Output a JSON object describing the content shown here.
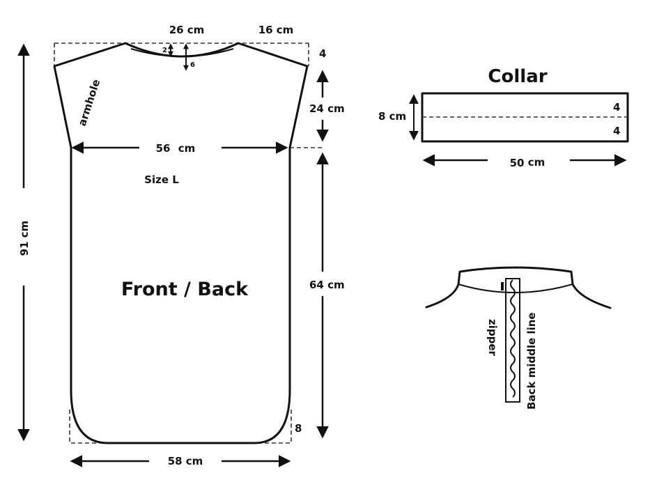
{
  "pattern": {
    "neck_width": "26 cm",
    "shoulder": "16 cm",
    "neck_depth_back": "2",
    "neck_depth_front": "6",
    "shoulder_drop": "4",
    "armhole_label": "armhole",
    "armhole_depth": "24 cm",
    "chest_number": "56",
    "chest_unit": "cm",
    "size": "Size L",
    "total_length": "91 cm",
    "title": "Front / Back",
    "side_length": "64 cm",
    "hem_curve": "8",
    "hem_width": "58 cm"
  },
  "collar": {
    "title": "Collar",
    "height": "8 cm",
    "fold_top": "4",
    "fold_bottom": "4",
    "length_number": "50",
    "length_unit": "cm"
  },
  "detail": {
    "zipper": "zipper",
    "back_middle_line": "Back middle line"
  },
  "colors": {
    "line": "#111111",
    "background": "#ffffff"
  }
}
